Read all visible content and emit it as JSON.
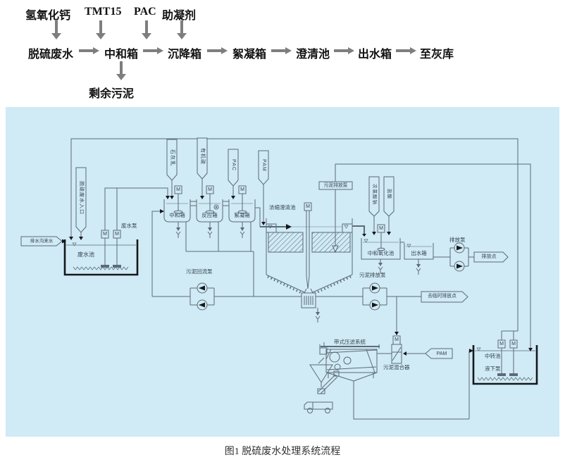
{
  "figure": {
    "caption": "图1 脱硫废水处理系统流程"
  },
  "top_flow": {
    "chemicals": [
      "氢氧化钙",
      "TMT15",
      "PAC",
      "助凝剂"
    ],
    "steps": [
      "脱硫废水",
      "中和箱",
      "沉降箱",
      "絮凝箱",
      "澄清池",
      "出水箱",
      "至灰库"
    ],
    "byproduct": "剩余污泥"
  },
  "diagram": {
    "motor": "M",
    "labels": {
      "drain_ditch_inlet": "排水沟来水",
      "fgd_wastewater_inlet": "脱硫废水入口",
      "wastewater_pool": "废水池",
      "wastewater_pump": "废水泵",
      "lime_milk": "石灰乳",
      "organic_sulfur": "有机硫",
      "pac": "PAC",
      "pam": "PAM",
      "neutralization_tank": "中和箱",
      "reaction_tank": "反应箱",
      "flocculation_tank": "絮凝箱",
      "thickening_clarifier": "浓缩澄清池",
      "sludge_discharge_pump": "污泥排放泵",
      "sludge_return_pump": "污泥回流泵",
      "sodium_hypochlorite": "次氯酸钠",
      "hydrochloric_acid": "盐酸",
      "neutralization_oxidation_pool": "中和氧化池",
      "outlet_water_tank": "出水箱",
      "discharge_pump": "排放泵",
      "discharge_point": "排放点",
      "temporary_discharge_point": "去临时排放点",
      "belt_filter_press_system": "带式压滤系统",
      "sludge_mixer": "污泥混合器",
      "transfer_pool": "中转池",
      "submersible_pump": "液下泵"
    }
  },
  "colors": {
    "panel_bg": "#d0eaf6",
    "line": "#5c6b75",
    "dark": "#15181a",
    "arrow": "#7e7e7e"
  }
}
